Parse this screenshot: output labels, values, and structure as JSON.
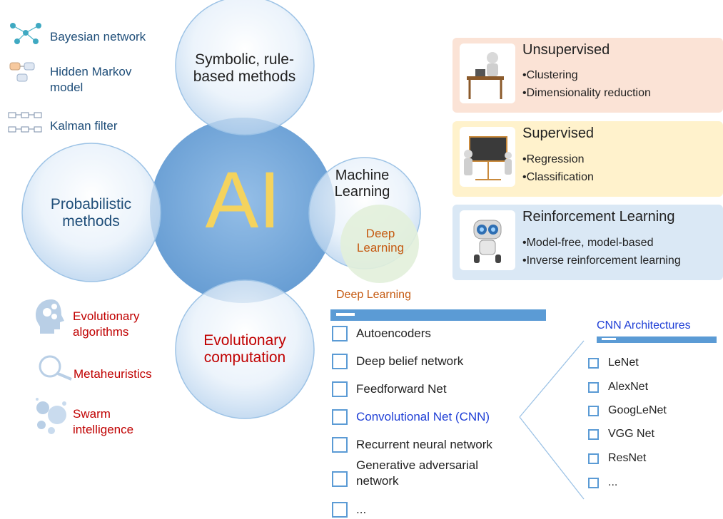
{
  "center": {
    "label": "AI"
  },
  "circles": {
    "symbolic": "Symbolic, rule-based methods",
    "probabilistic": "Probabilistic methods",
    "machine_learning": "Machine Learning",
    "deep_learning": "Deep Learning",
    "evolutionary": "Evolutionary computation"
  },
  "probabilistic_examples": [
    {
      "label": "Bayesian network",
      "icon": "network-graph-icon"
    },
    {
      "label": "Hidden Markov model",
      "icon": "markov-chain-icon"
    },
    {
      "label": "Kalman filter",
      "icon": "block-diagram-icon"
    }
  ],
  "evolutionary_examples": [
    {
      "label": "Evolutionary algorithms",
      "icon": "head-gears-icon"
    },
    {
      "label": "Metaheuristics",
      "icon": "magnifier-icon"
    },
    {
      "label": "Swarm intelligence",
      "icon": "bubbles-icon"
    }
  ],
  "ml_types": [
    {
      "title": "Unsupervised",
      "bullets": [
        "•Clustering",
        "•Dimensionality reduction"
      ],
      "color": "#fbe3d6",
      "icon": "person-at-desk-icon"
    },
    {
      "title": "Supervised",
      "bullets": [
        "•Regression",
        "•Classification"
      ],
      "color": "#fff2cc",
      "icon": "teacher-blackboard-icon"
    },
    {
      "title": "Reinforcement Learning",
      "bullets": [
        "•Model-free, model-based",
        "•Inverse reinforcement learning"
      ],
      "color": "#dae8f5",
      "icon": "robot-icon"
    }
  ],
  "deep_learning_list": {
    "title": "Deep Learning",
    "items": [
      "Autoencoders",
      "Deep belief network",
      "Feedforward Net",
      "Convolutional Net (CNN)",
      "Recurrent neural network",
      "Generative adversarial network",
      "..."
    ]
  },
  "cnn_architectures": {
    "title": "CNN Architectures",
    "items": [
      "LeNet",
      "AlexNet",
      "GoogLeNet",
      "VGG Net",
      "ResNet",
      "..."
    ]
  },
  "colors": {
    "circle_edge": "#9dc3e6",
    "ai_fill": "#6fa8dc",
    "deep_learning_fill": "#e2efda",
    "accent_blue": "#5b9bd5",
    "ai_text": "#f4d35e"
  }
}
